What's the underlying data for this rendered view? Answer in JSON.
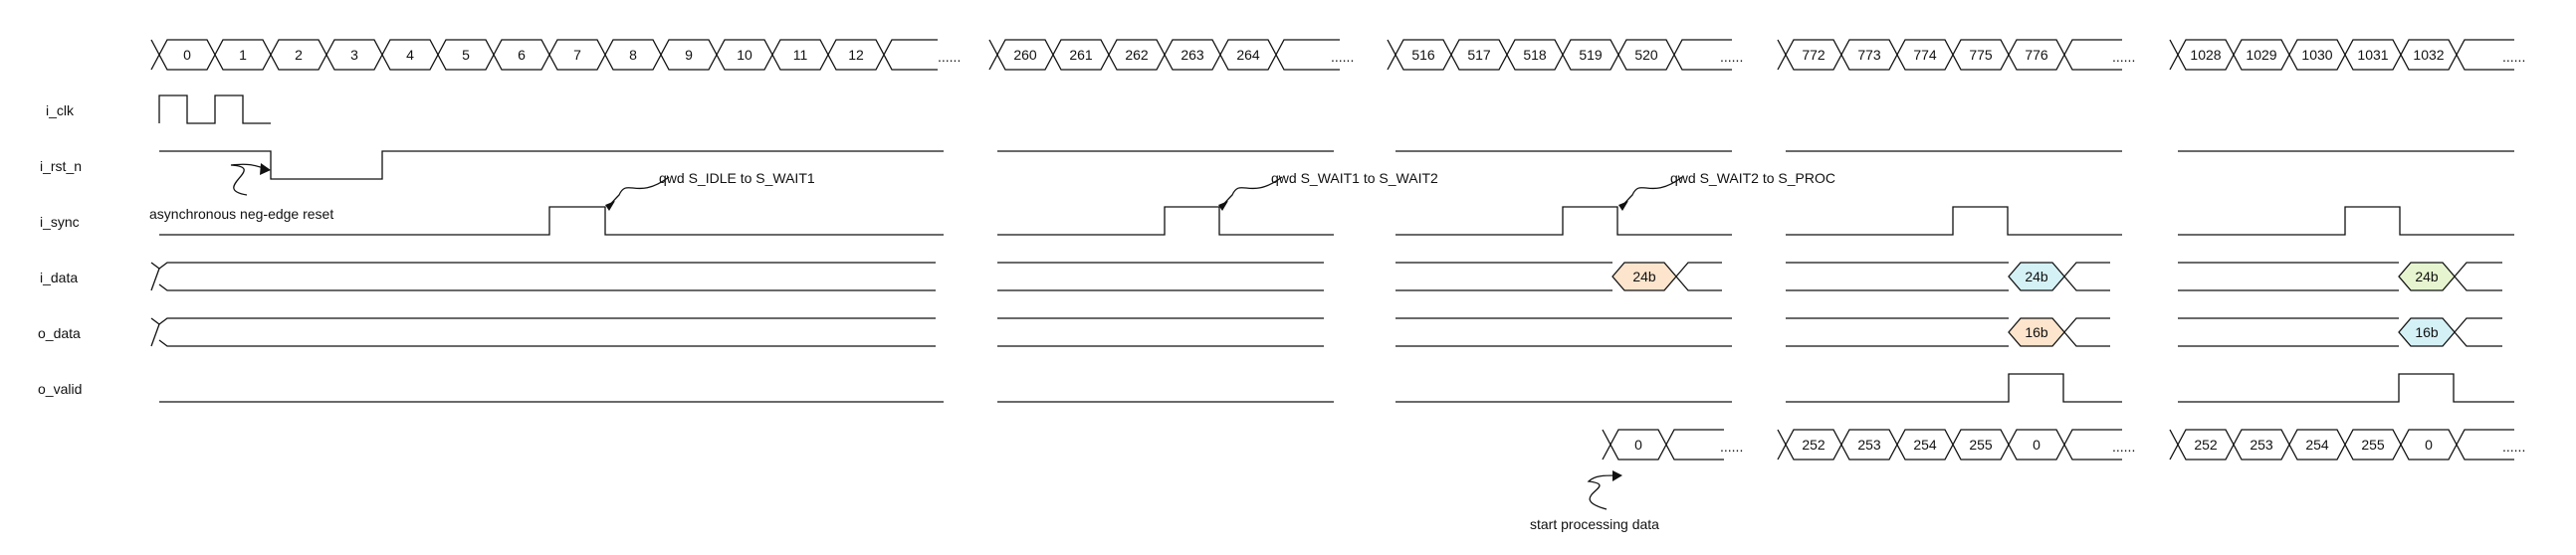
{
  "signals": {
    "clk": "i_clk",
    "rst": "i_rst_n",
    "sync": "i_sync",
    "idata": "i_data",
    "odata": "o_data",
    "valid": "o_valid"
  },
  "top_counter": {
    "seg0": [
      "0",
      "1",
      "2",
      "3",
      "4",
      "5",
      "6",
      "7",
      "8",
      "9",
      "10",
      "11",
      "12"
    ],
    "seg1": [
      "260",
      "261",
      "262",
      "263",
      "264"
    ],
    "seg2": [
      "516",
      "517",
      "518",
      "519",
      "520"
    ],
    "seg3": [
      "772",
      "773",
      "774",
      "775",
      "776"
    ],
    "seg4": [
      "1028",
      "1029",
      "1030",
      "1031",
      "1032"
    ],
    "ellipsis": "......"
  },
  "bottom_counter": {
    "seg2": [
      "0"
    ],
    "seg3": [
      "252",
      "253",
      "254",
      "255",
      "0"
    ],
    "seg4": [
      "252",
      "253",
      "254",
      "255",
      "0"
    ]
  },
  "data_labels": {
    "idata_seg2": "24b",
    "idata_seg3": "24b",
    "idata_seg4": "24b",
    "odata_seg3": "16b",
    "odata_seg4": "16b"
  },
  "data_colors": {
    "peach": "#fde4cc",
    "cyan": "#d4f1f6",
    "green": "#e6f5cf"
  },
  "annotations": {
    "reset": "asynchronous neg-edge reset",
    "trans1": "qwd S_IDLE to S_WAIT1",
    "trans2": "qwd S_WAIT1 to S_WAIT2",
    "trans3": "qwd S_WAIT2 to S_PROC",
    "start": "start processing data"
  }
}
